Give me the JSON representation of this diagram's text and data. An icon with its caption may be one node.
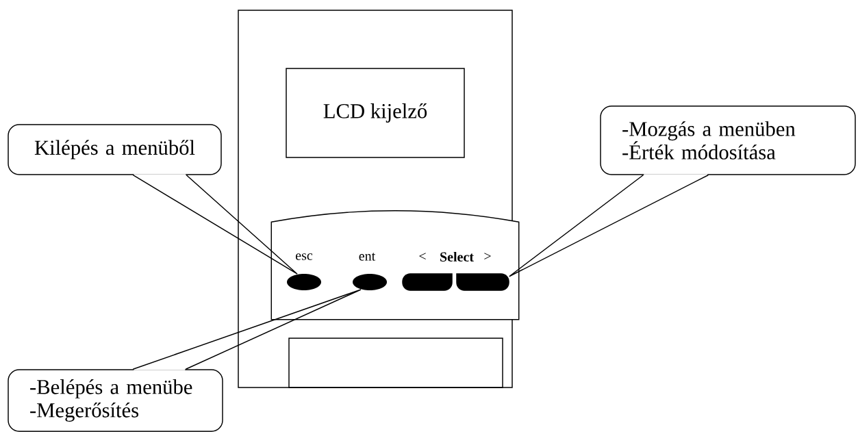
{
  "diagram": {
    "nodes": [
      {
        "text": [],
        "shape": "box"
      },
      {
        "text": [
          "LCD kijelző"
        ],
        "in": 0
      },
      {
        "text": [],
        "shape": "box",
        "in": 0
      },
      {
        "text": [
          "esc"
        ],
        "in": 2
      },
      {
        "text": [
          "ent"
        ],
        "in": 2
      },
      {
        "text": [
          "<"
        ],
        "in": 2
      },
      {
        "text": [
          ">"
        ],
        "in": 2
      },
      {
        "text": [],
        "shape": "box",
        "in": 0
      },
      {
        "text": [
          "Kilépés a menüből"
        ]
      },
      {
        "text": [
          "-Mozgás a menüben",
          "-Érték módosítása"
        ]
      },
      {
        "text": [
          "-Belépés a menübe",
          "-Megerősítés"
        ]
      }
    ],
    "edges": [
      {
        "from": 8,
        "to": 3,
        "arrow": "none"
      },
      {
        "from": 9,
        "to": 6,
        "arrow": "none"
      },
      {
        "from": 10,
        "to": 4,
        "arrow": "none"
      }
    ],
    "labels": [
      "Select"
    ]
  }
}
